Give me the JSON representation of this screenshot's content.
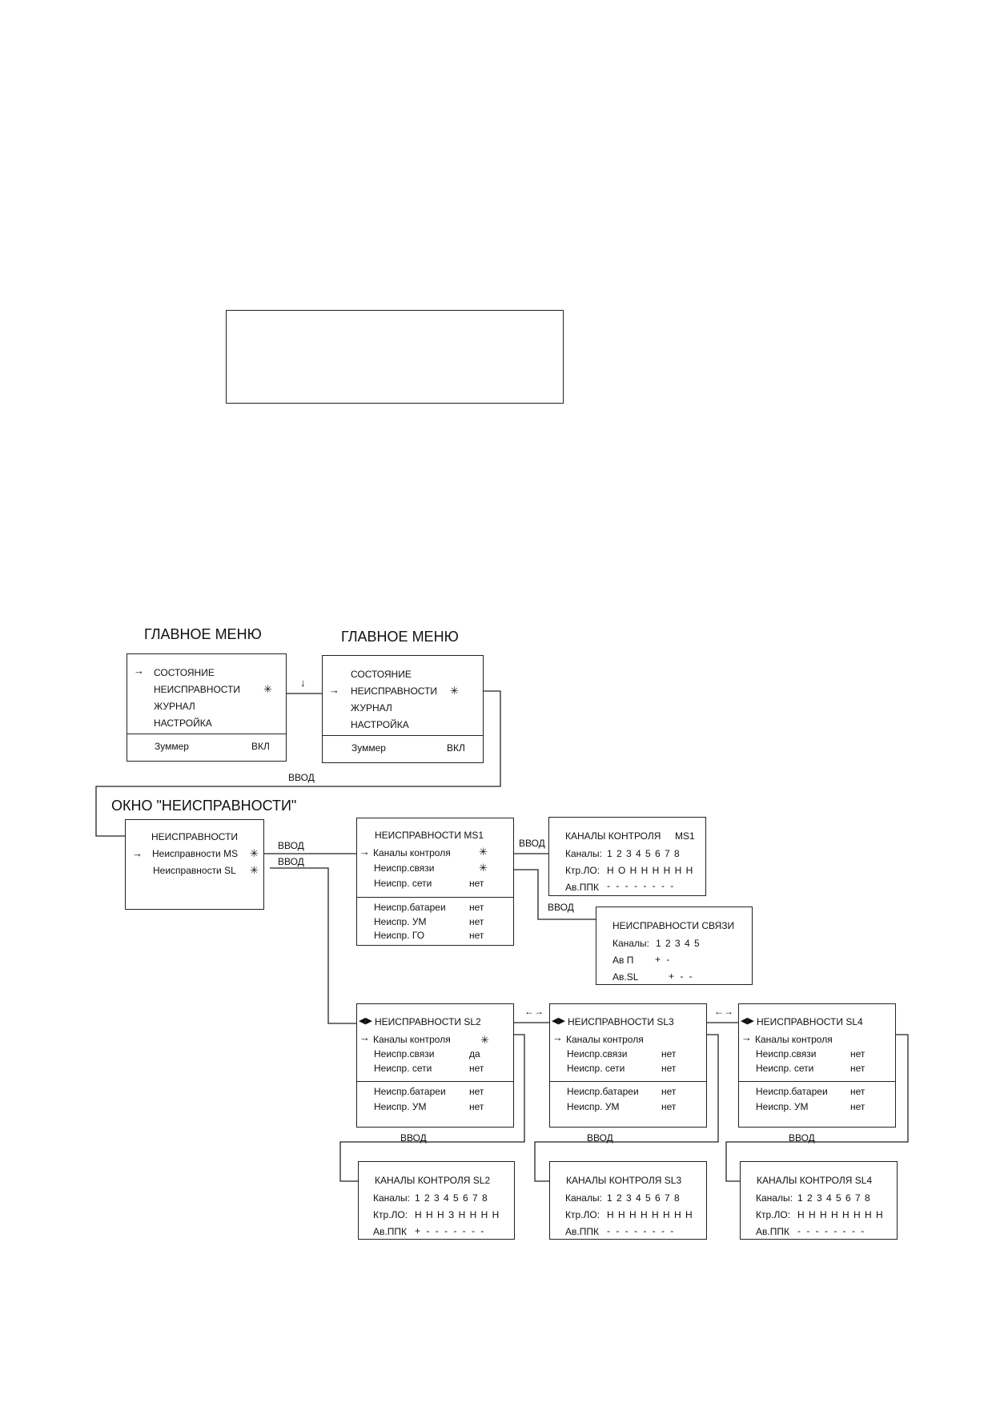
{
  "titles": {
    "main_menu_1": "ГЛАВНОЕ МЕНЮ",
    "main_menu_2": "ГЛАВНОЕ МЕНЮ",
    "faults_window": "ОКНО \"НЕИСПРАВНОСТИ\""
  },
  "symbols": {
    "arrow_right": "→",
    "arrow_down": "↓",
    "star": "✳",
    "swap": "←→",
    "nav": "◀▶"
  },
  "main_menu": {
    "items": [
      "СОСТОЯНИЕ",
      "НЕИСПРАВНОСТИ",
      "ЖУРНАЛ",
      "НАСТРОЙКА"
    ],
    "buzzer_label": "Зуммер",
    "buzzer_value": "ВКЛ"
  },
  "enter_label": "ВВОД",
  "faults_menu": {
    "header": "НЕИСПРАВНОСТИ",
    "items": [
      "Неисправности MS",
      "Неисправности SL"
    ]
  },
  "ms1": {
    "header": "НЕИСПРАВНОСТИ  MS1",
    "rows": [
      {
        "label": "Каналы контроля",
        "value": ""
      },
      {
        "label": "Неиспр.связи",
        "value": ""
      },
      {
        "label": "Неиспр. сети",
        "value": "нет"
      },
      {
        "label": "Неиспр.батареи",
        "value": "нет"
      },
      {
        "label": "Неиспр. УМ",
        "value": "нет"
      },
      {
        "label": "Неиспр. ГО",
        "value": "нет"
      }
    ]
  },
  "channels_ms1": {
    "header": "КАНАЛЫ КОНТРОЛЯ",
    "unit": "MS1",
    "channels_label": "Каналы:",
    "channels": "1 2 3 4 5 6 7 8",
    "ctrl_label": "Ктр.ЛО:",
    "ctrl": "Н О Н Н Н Н Н Н",
    "av_label": "Ав.ППК",
    "av": "- - - - - - - -"
  },
  "comm_faults": {
    "header": "НЕИСПРАВНОСТИ СВЯЗИ",
    "channels_label": "Каналы:",
    "channels": "1 2 3 4 5",
    "avp_label": "Ав П",
    "avp": "+ -",
    "avsl_label": "Ав.SL",
    "avsl": "+ - -"
  },
  "sl": [
    {
      "header": "НЕИСПРАВНОСТИ  SL2",
      "rows": [
        {
          "label": "Каналы контроля",
          "value": ""
        },
        {
          "label": "Неиспр.связи",
          "value": "да"
        },
        {
          "label": "Неиспр. сети",
          "value": "нет"
        },
        {
          "label": "Неиспр.батареи",
          "value": "нет"
        },
        {
          "label": "Неиспр. УМ",
          "value": "нет"
        }
      ],
      "channels_header": "КАНАЛЫ КОНТРОЛЯ  SL2",
      "channels": "1 2 3 4 5 6 7 8",
      "ctrl": "Н Н Н З Н Н Н Н",
      "av": "+ - - - - - - -"
    },
    {
      "header": "НЕИСПРАВНОСТИ  SL3",
      "rows": [
        {
          "label": "Каналы контроля",
          "value": ""
        },
        {
          "label": "Неиспр.связи",
          "value": "нет"
        },
        {
          "label": "Неиспр. сети",
          "value": "нет"
        },
        {
          "label": "Неиспр.батареи",
          "value": "нет"
        },
        {
          "label": "Неиспр. УМ",
          "value": "нет"
        }
      ],
      "channels_header": "КАНАЛЫ КОНТРОЛЯ  SL3",
      "channels": "1 2 3 4 5 6 7 8",
      "ctrl": "Н Н Н Н Н Н Н Н",
      "av": "- - - - - - - -"
    },
    {
      "header": "НЕИСПРАВНОСТИ  SL4",
      "rows": [
        {
          "label": "Каналы контроля",
          "value": ""
        },
        {
          "label": "Неиспр.связи",
          "value": "нет"
        },
        {
          "label": "Неиспр. сети",
          "value": "нет"
        },
        {
          "label": "Неиспр.батареи",
          "value": "нет"
        },
        {
          "label": "Неиспр. УМ",
          "value": "нет"
        }
      ],
      "channels_header": "КАНАЛЫ КОНТРОЛЯ  SL4",
      "channels": "1 2 3 4 5 6 7 8",
      "ctrl": "Н Н Н Н Н Н Н Н",
      "av": "- - - - - - - -"
    }
  ],
  "labels": {
    "channels_label": "Каналы:",
    "ctrl_label": "Ктр.ЛО:",
    "av_label": "Ав.ППК"
  }
}
